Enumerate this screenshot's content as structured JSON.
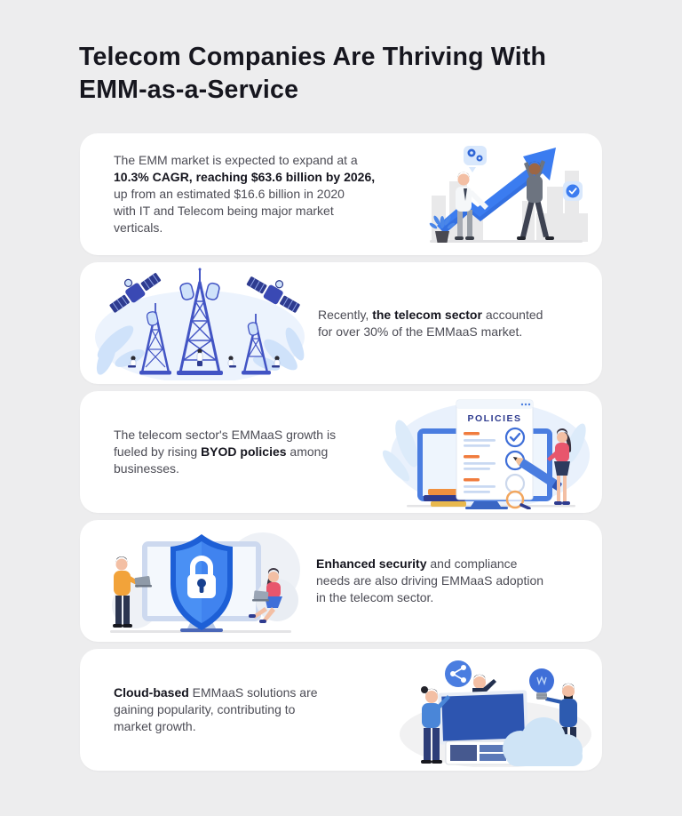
{
  "page": {
    "background_color": "#ededee",
    "card_color": "#ffffff",
    "accent_blue": "#3b7cf0",
    "navy": "#2e3b8f",
    "title_color": "#16161e",
    "body_text_color": "#4c4c55"
  },
  "header": {
    "title_line1": "Telecom Companies Are Thriving With",
    "title_line2": "EMM-as-a-Service"
  },
  "cards": [
    {
      "name": "emm-market-growth",
      "illustration": "growth-arrow-illustration",
      "icons": [
        "gears-icon",
        "check-badge-icon",
        "plant-icon",
        "city-skyline"
      ],
      "lines": [
        [
          {
            "text": "The EMM market is expected to expand at a",
            "bold": false
          }
        ],
        [
          {
            "text": "10.3% CAGR, reaching $63.6 billion by 2026,",
            "bold": true
          }
        ],
        [
          {
            "text": "up from an estimated $16.6 billion in 2020",
            "bold": false
          }
        ],
        [
          {
            "text": "with IT and Telecom being major market",
            "bold": false
          }
        ],
        [
          {
            "text": "verticals.",
            "bold": false
          }
        ]
      ]
    },
    {
      "name": "telecom-sector-share",
      "illustration": "telecom-towers-illustration",
      "icons": [
        "satellite-icon",
        "tower-icon"
      ],
      "lines": [
        [
          {
            "text": "Recently, ",
            "bold": false
          },
          {
            "text": "the telecom sector",
            "bold": true
          },
          {
            "text": " accounted",
            "bold": false
          }
        ],
        [
          {
            "text": "for over 30% of the EMMaaS market.",
            "bold": false
          }
        ]
      ]
    },
    {
      "name": "byod-policies",
      "illustration": "policies-illustration",
      "illustration_label": "POLICIES",
      "icons": [
        "policies-document",
        "pencil-icon",
        "magnifier-icon",
        "books-icon"
      ],
      "lines": [
        [
          {
            "text": "The telecom sector's EMMaaS growth is",
            "bold": false
          }
        ],
        [
          {
            "text": "fueled by rising ",
            "bold": false
          },
          {
            "text": "BYOD policies",
            "bold": true
          },
          {
            "text": " among",
            "bold": false
          }
        ],
        [
          {
            "text": "businesses.",
            "bold": false
          }
        ]
      ]
    },
    {
      "name": "enhanced-security",
      "illustration": "security-shield-illustration",
      "icons": [
        "shield-lock-icon",
        "laptop-icon",
        "monitor-icon"
      ],
      "lines": [
        [
          {
            "text": "Enhanced security",
            "bold": true
          },
          {
            "text": " and compliance",
            "bold": false
          }
        ],
        [
          {
            "text": "needs are also driving EMMaaS adoption",
            "bold": false
          }
        ],
        [
          {
            "text": "in the telecom sector.",
            "bold": false
          }
        ]
      ]
    },
    {
      "name": "cloud-based-solutions",
      "illustration": "cloud-solutions-illustration",
      "icons": [
        "share-icon",
        "lightbulb-icon",
        "cloud-icon",
        "monitor-icon"
      ],
      "lines": [
        [
          {
            "text": "Cloud-based",
            "bold": true
          },
          {
            "text": " EMMaaS solutions are",
            "bold": false
          }
        ],
        [
          {
            "text": "gaining popularity, contributing to",
            "bold": false
          }
        ],
        [
          {
            "text": "market growth.",
            "bold": false
          }
        ]
      ]
    }
  ]
}
